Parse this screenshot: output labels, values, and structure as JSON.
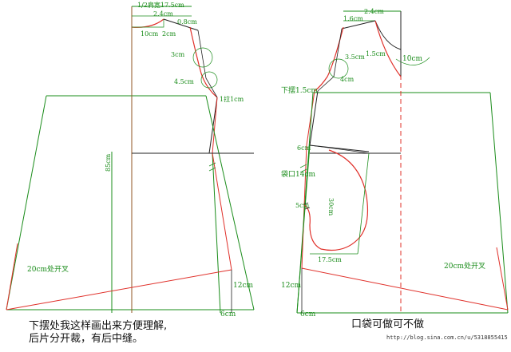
{
  "back_piece": {
    "shoulder_width": "1/2肩宽17.5cm",
    "neck_rise": "2.4cm",
    "neck_drop": "0.8cm",
    "neck_width": "10cm",
    "neck_depth": "2cm",
    "armhole_3": "3cm",
    "armhole_45": "4.5cm",
    "side_shift": "1拉1cm",
    "length": "85cm",
    "vent": "20cm处开叉",
    "hem_rise": "12cm",
    "hem_out": "6cm"
  },
  "front_piece": {
    "neck_drop": "1.6cm",
    "neck_width": "2.4cm",
    "armhole_35": "3.5cm",
    "armhole_15": "1.5cm",
    "front_neck_drop": "10cm",
    "armhole_4": "4cm",
    "side_drop": "下摆1.5cm",
    "pocket_top": "6cm",
    "pocket_opening": "袋口14cm",
    "pocket_side": "5cm",
    "pocket_depth": "30cm",
    "pocket_width": "17.5cm",
    "vent": "20cm处开叉",
    "hem_rise": "12cm",
    "hem_out": "6cm"
  },
  "notes": {
    "left_line1": "下摆处我这样画出来方便理解,",
    "left_line2": "后片分开裁，有后中缝。",
    "right": "口袋可做可不做",
    "watermark": "http://blog.sina.com.cn/u/5318855415"
  },
  "colors": {
    "outline": "#1a8c1a",
    "construction": "#222222",
    "pattern": "#e0302a",
    "dashed": "#e0302a",
    "text": "#1a8c1a"
  }
}
